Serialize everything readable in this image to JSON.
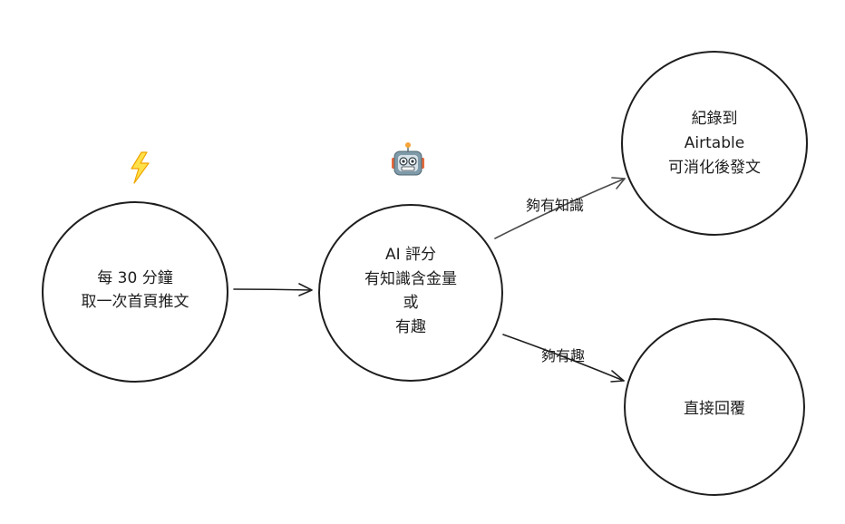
{
  "icons": {
    "trigger": "lightning-icon",
    "ai": "robot-icon"
  },
  "colors": {
    "stroke": "#1e1e1e",
    "lightning": "#ffe14a",
    "robot": "#7f9aa8"
  },
  "nodes": {
    "trigger": {
      "lines": [
        "每 30 分鐘",
        "取一次首頁推文"
      ]
    },
    "evaluate": {
      "lines": [
        "AI 評分",
        "有知識含金量",
        "或",
        "有趣"
      ]
    },
    "record": {
      "lines": [
        "紀錄到",
        "Airtable",
        "可消化後發文"
      ]
    },
    "reply": {
      "lines": [
        "直接回覆"
      ]
    }
  },
  "edges": {
    "trigger_to_evaluate": {
      "label": ""
    },
    "evaluate_to_record": {
      "label": "夠有知識"
    },
    "evaluate_to_reply": {
      "label": "夠有趣"
    }
  }
}
